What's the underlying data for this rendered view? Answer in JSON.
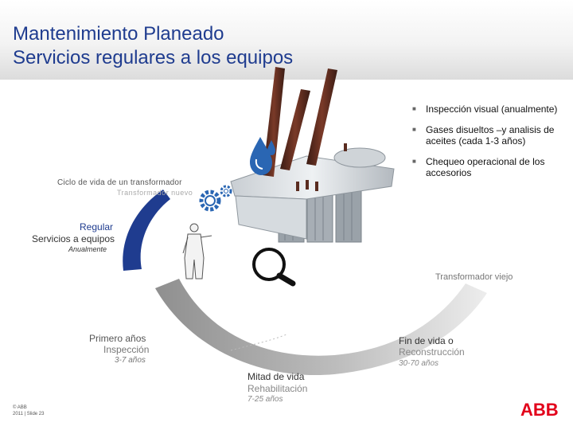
{
  "title": {
    "line1": "Mantenimiento Planeado",
    "line2": "Servicios regulares a los equipos"
  },
  "bullets": [
    "Inspección visual (anualmente)",
    "Gases disueltos –y analisis de aceites (cada 1-3 años)",
    "Chequeo operacional de los accesorios"
  ],
  "lifecycle": {
    "label": "Ciclo de vida de un transformador",
    "new_transformer": "Transformador nuevo",
    "old_transformer": "Transformador viejo"
  },
  "regular": {
    "head": "Regular",
    "sub": "Servicios a equipos",
    "freq": "Anualmente"
  },
  "phases": {
    "first": {
      "head": "Primero años",
      "sub": "Inspección",
      "range": "3-7 años"
    },
    "mid": {
      "head": "Mitad de vida",
      "sub": "Rehabilitación",
      "range": "7-25 años"
    },
    "end": {
      "head": "Fin de vida o",
      "sub": "Reconstrucción",
      "range": "30-70 años"
    }
  },
  "footer": {
    "line1": "© ABB",
    "line2": "2011 | Slide 23"
  },
  "logo": {
    "text": "ABB",
    "color": "#e2001a"
  },
  "colors": {
    "title": "#1f3c8f",
    "arc_blue": "#1f3c8f",
    "arc_gray": "#9a9a9a",
    "icon_blue": "#2a66b3"
  },
  "icons": [
    "oil-drop-icon",
    "gear-icon",
    "magnifier-icon",
    "technician-figure"
  ]
}
